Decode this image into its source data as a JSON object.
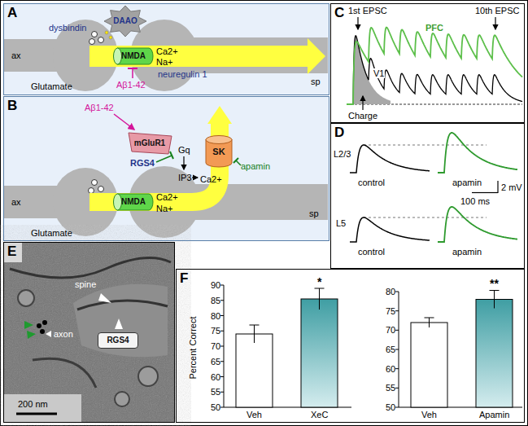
{
  "diagram": {
    "nodes": [
      {
        "text": [
          "A"
        ]
      },
      {
        "text": [
          "DAAO"
        ],
        "in": 0
      },
      {
        "text": [
          "NMDA"
        ],
        "in": 0
      },
      {
        "text": [
          "B"
        ]
      },
      {
        "text": [
          "mGluR1"
        ],
        "in": 3
      },
      {
        "text": [
          "SK"
        ],
        "in": 3
      },
      {
        "text": [
          "NMDA"
        ],
        "in": 3
      },
      {
        "text": [
          "C"
        ]
      },
      {
        "text": [
          "D"
        ]
      },
      {
        "text": [
          "E"
        ]
      },
      {
        "text": [
          "RGS4"
        ],
        "in": 9
      },
      {
        "text": [
          "F"
        ]
      }
    ],
    "labels": [
      "dysbindin",
      "Ca2+",
      "Na+",
      "ax",
      "sp",
      "Glutamate",
      "neuregulin 1",
      "Aβ1-42",
      "Aβ1-42",
      "RGS4",
      "Gq",
      "IP3",
      "Ca2+",
      "apamin",
      "Ca2+",
      "Na+",
      "ax",
      "sp",
      "Glutamate",
      "1st EPSC",
      "PFC",
      "10th EPSC",
      "V1",
      "Charge",
      "L2/3",
      "control",
      "apamin",
      "2 mV",
      "100 ms",
      "L5",
      "control",
      "apamin",
      "spine",
      "axon",
      "200 nm",
      "Percent Correct",
      "90",
      "85",
      "80",
      "75",
      "70",
      "65",
      "60",
      "55",
      "50",
      "Veh",
      "XeC",
      "*",
      "80",
      "75",
      "70",
      "65",
      "60",
      "55",
      "50",
      "Veh",
      "Apamin",
      "**"
    ]
  }
}
